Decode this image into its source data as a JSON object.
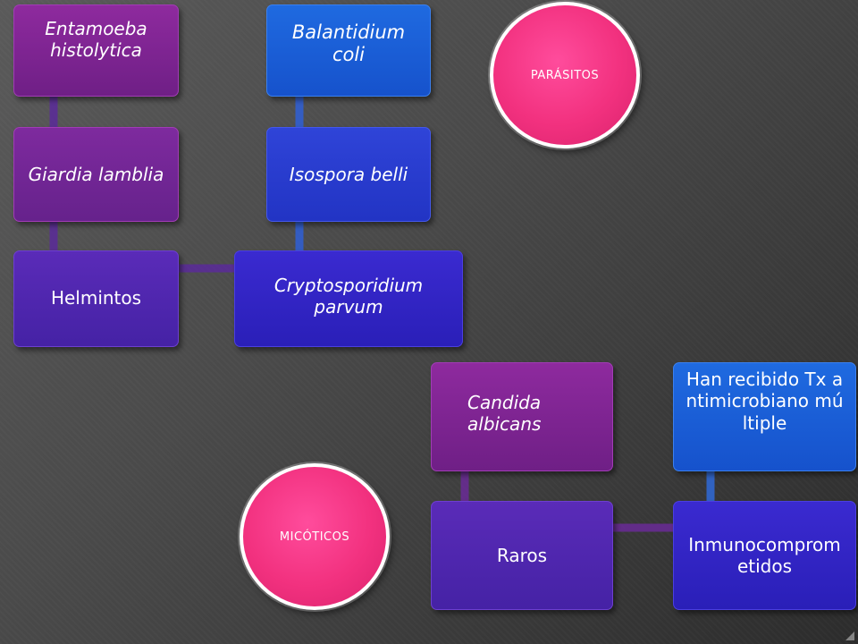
{
  "parasitos": {
    "label": "PARÁSITOS",
    "nodes": {
      "entamoeba": "Entamoeba histolytica",
      "giardia": "Giardia lamblia",
      "helmintos": "Helmintos",
      "balantidium": "Balantidium coli",
      "isospora": "Isospora belli",
      "cryptosporidium": "Cryptosporidium parvum"
    }
  },
  "micoticos": {
    "label": "MICÓTICOS",
    "nodes": {
      "candida": "Candida albicans",
      "raros": "Raros",
      "han_recibido": "Han recibido Tx antimicrobiano múltiple",
      "inmunocomprometidos": "Inmunocomprometidos"
    }
  },
  "colors": {
    "purple": "#8e2a9e",
    "violet": "#5a2bb8",
    "indigo": "#3a2ad0",
    "blue": "#2f44d8",
    "bright_blue": "#1f6ae0",
    "pink_circle": "#f2317f"
  }
}
